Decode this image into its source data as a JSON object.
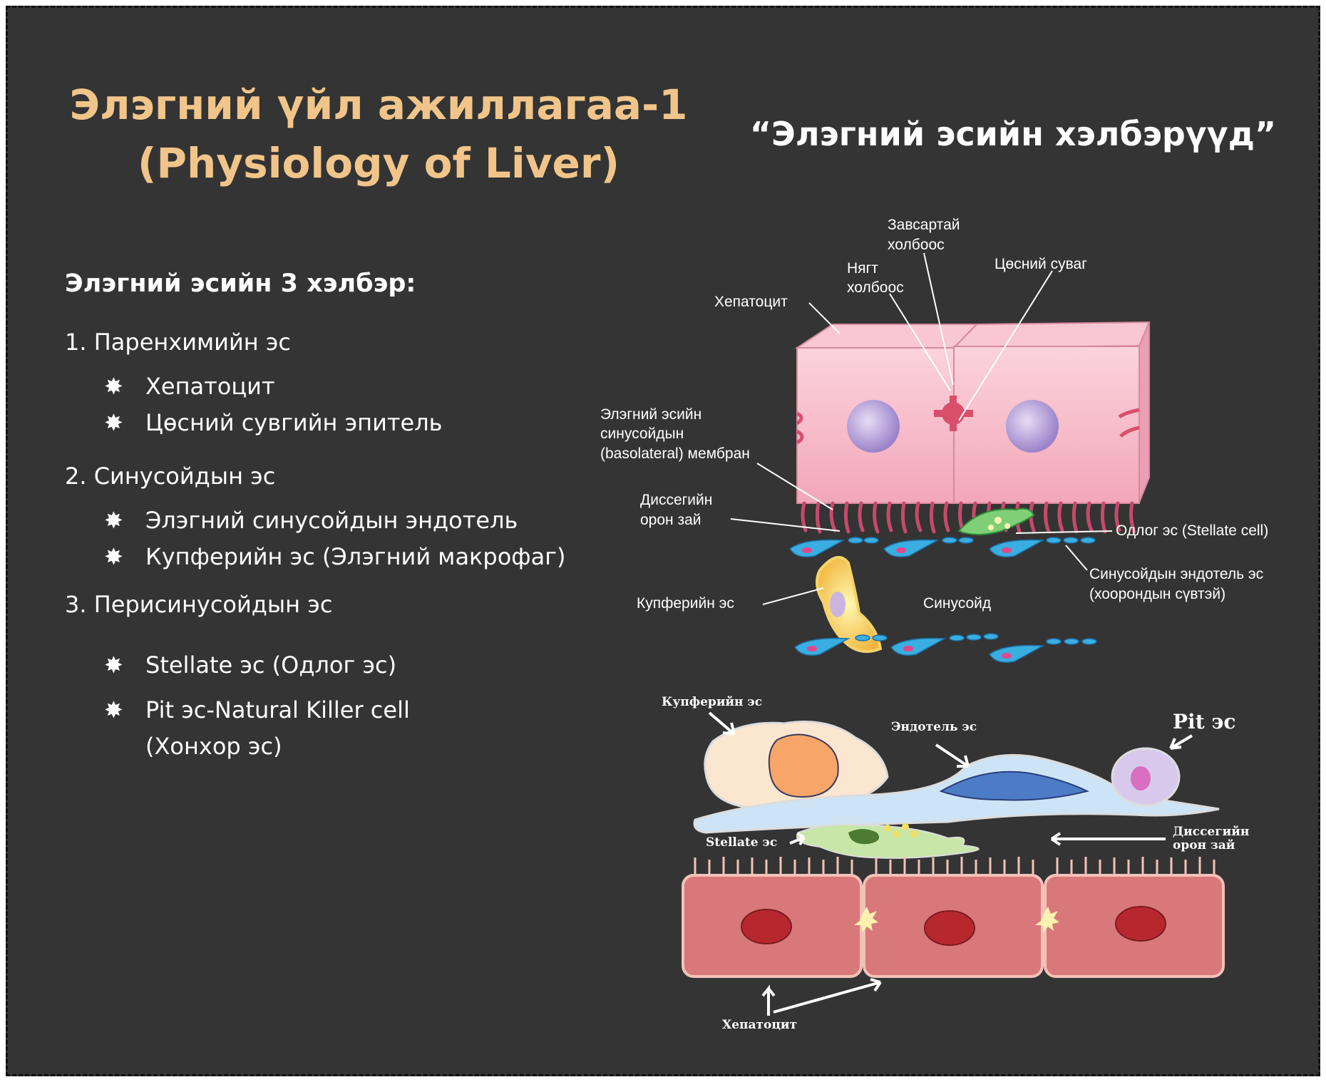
{
  "title_line1": "Элэгний үйл ажиллагаа-1",
  "title_line2": "(Physiology of Liver)",
  "subtitle": "“Элэгний эсийн хэлбэрүүд”",
  "section_heading": "Элэгний эсийн 3 хэлбэр:",
  "bullet_symbol": "✸",
  "groups": [
    {
      "label": "1. Паренхимийн эс",
      "items": [
        "Хепатоцит",
        "Цөсний сувгийн эпитель"
      ]
    },
    {
      "label": "2. Синусойдын эс",
      "items": [
        "Элэгний синусойдын эндотель",
        "Купферийн эс (Элэгний макрофаг)"
      ]
    },
    {
      "label": "3. Перисинусойдын эс",
      "items": [
        "Stellate эс (Одлог эс)",
        "Pit эс-Natural Killer cell",
        "(Хонхор эс)"
      ]
    }
  ],
  "diagram_top": {
    "gap_junction_1": "Завсартай",
    "gap_junction_2": "холбоос",
    "tight_junction_1": "Нягт",
    "tight_junction_2": "холбоос",
    "bile_canal": "Цөсний суваг",
    "hepatocyte": "Хепатоцит",
    "membrane_1": "Элэгний эсийн",
    "membrane_2": "синусойдын",
    "membrane_3": "(basolateral) мембран",
    "disse_1": "Диссегийн",
    "disse_2": "орон зай",
    "stellate": "Одлог эс (Stellate cell)",
    "endothelial_1": "Синусойдын эндотель эс",
    "endothelial_2": "(хоорондын сүвтэй)",
    "kupffer": "Купферийн эс",
    "sinusoid": "Синусойд"
  },
  "diagram_bottom": {
    "kupffer": "Купферийн эс",
    "endothelial": "Эндотель эс",
    "pit": "Pit эс",
    "stellate": "Stellate эс",
    "disse_1": "Диссегийн",
    "disse_2": "орон зай",
    "hepatocyte": "Хепатоцит"
  },
  "colors": {
    "background": "#343434",
    "title": "#f1c58a",
    "cell_pink": "#f6b5c4",
    "hepatocyte_red": "#d9787a",
    "endothelial_blue": "#3aaee0"
  }
}
